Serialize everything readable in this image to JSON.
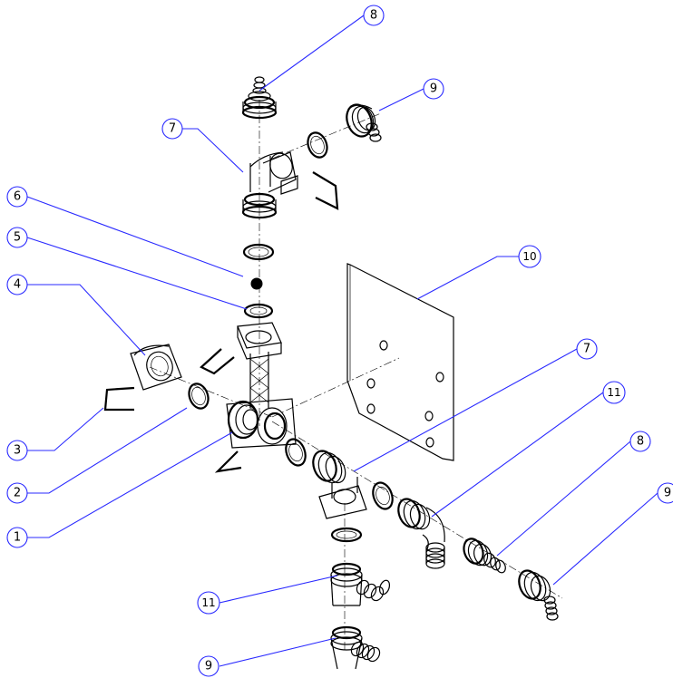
{
  "diagram": {
    "type": "exploded-assembly",
    "line_color": "#000000",
    "callout_color": "#2a2aff",
    "callouts": [
      "8",
      "9",
      "7",
      "6",
      "5",
      "4",
      "10",
      "7",
      "11",
      "3",
      "8",
      "2",
      "9",
      "1",
      "11",
      "9"
    ]
  }
}
